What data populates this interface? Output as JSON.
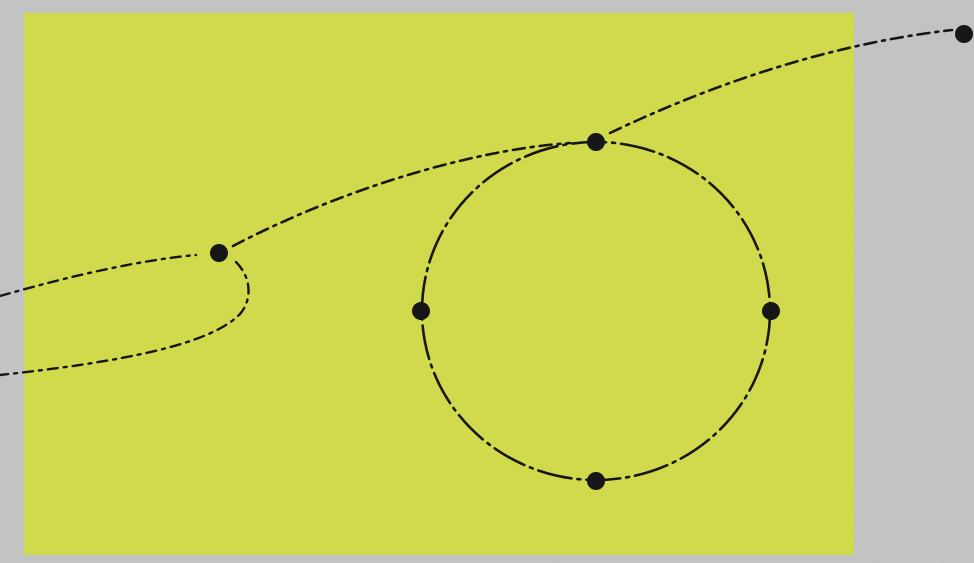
{
  "colors": {
    "background": "#c4c5c5",
    "panel": "#d3dc4d",
    "ink": "#171717"
  },
  "figure": {
    "nodes": [
      {
        "name": "node-top-right"
      },
      {
        "name": "node-left"
      },
      {
        "name": "node-circle-top"
      },
      {
        "name": "node-circle-left"
      },
      {
        "name": "node-circle-right"
      },
      {
        "name": "node-circle-bottom"
      }
    ]
  }
}
